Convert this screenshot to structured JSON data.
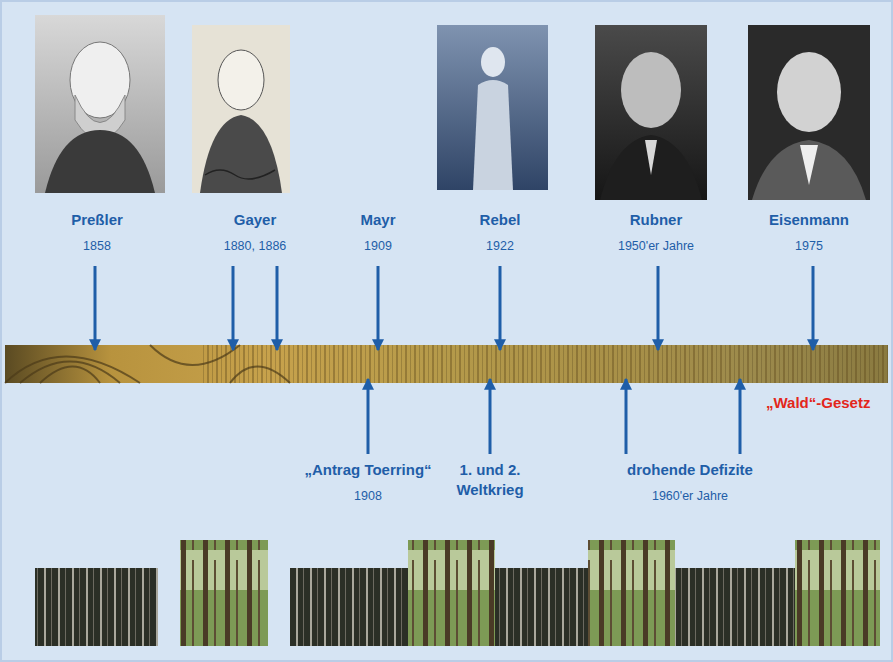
{
  "diagram": {
    "labels": [
      "Preßler",
      "1858",
      "Gayer",
      "1880, 1886",
      "Mayr",
      "1909",
      "Rebel",
      "1922",
      "Rubner",
      "1950'er Jahre",
      "Eisenmann",
      "1975",
      "„Antrag Toerring“",
      "1908",
      "1. und 2. Weltkrieg",
      "drohende Defizite",
      "1960'er Jahre",
      "„Wald“-Gesetz"
    ]
  }
}
